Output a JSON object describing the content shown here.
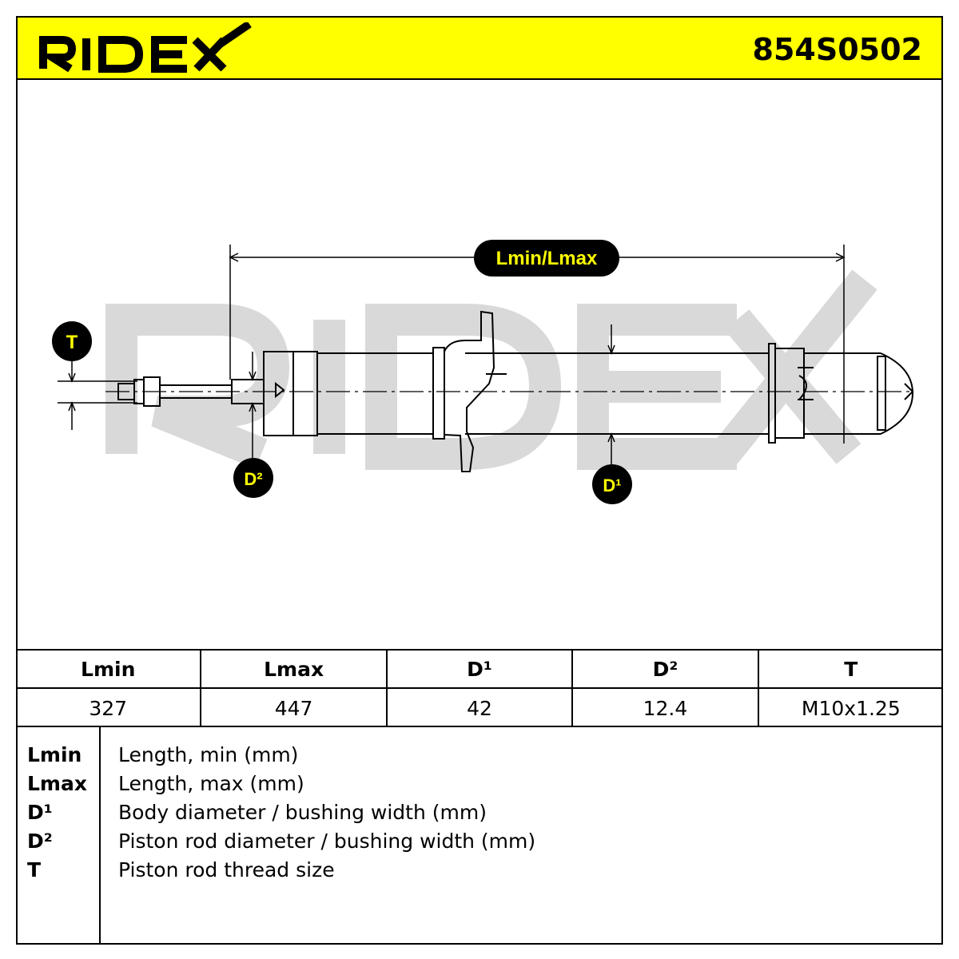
{
  "header": {
    "brand": "RIDEX",
    "part_number": "854S0502",
    "brand_color": "#ffff00"
  },
  "drawing": {
    "watermark": "RIDEX",
    "labels": {
      "length": "Lmin/Lmax",
      "thread": "T",
      "rod_diameter": "D²",
      "body_diameter": "D¹"
    }
  },
  "spec_table": {
    "headers": [
      "Lmin",
      "Lmax",
      "D¹",
      "D²",
      "T"
    ],
    "values": [
      "327",
      "447",
      "42",
      "12.4",
      "M10x1.25"
    ]
  },
  "legend": {
    "items": [
      {
        "key": "Lmin",
        "description": "Length, min (mm)"
      },
      {
        "key": "Lmax",
        "description": "Length, max (mm)"
      },
      {
        "key": "D¹",
        "description": "Body diameter / bushing width (mm)"
      },
      {
        "key": "D²",
        "description": "Piston rod diameter / bushing width (mm)"
      },
      {
        "key": "T",
        "description": "Piston rod thread size"
      }
    ]
  }
}
